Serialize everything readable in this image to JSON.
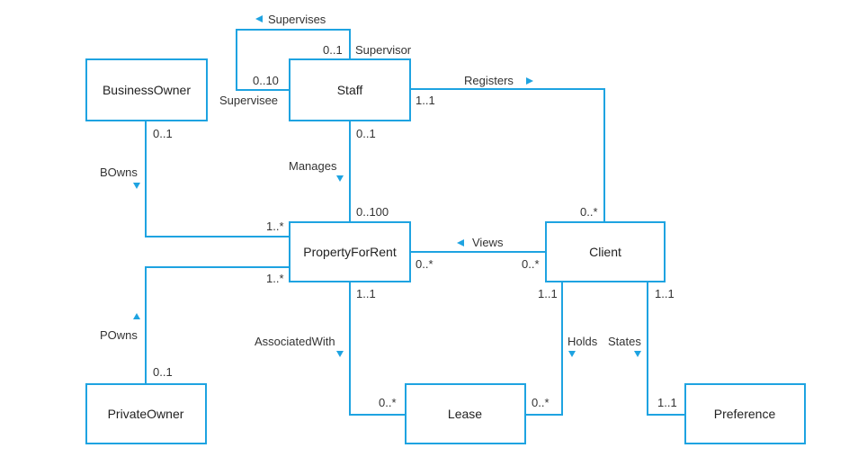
{
  "colors": {
    "line": "#1ea3e1",
    "text": "#333333",
    "box_fill": "#ffffff"
  },
  "entities": {
    "staff": "Staff",
    "business_owner": "BusinessOwner",
    "property_for_rent": "PropertyForRent",
    "client": "Client",
    "private_owner": "PrivateOwner",
    "lease": "Lease",
    "preference": "Preference"
  },
  "relationships": {
    "supervises": "Supervises",
    "registers": "Registers",
    "manages": "Manages",
    "bowns": "BOwns",
    "views": "Views",
    "powns": "POwns",
    "associated_with": "AssociatedWith",
    "holds": "Holds",
    "states": "States"
  },
  "roles": {
    "supervisor": "Supervisor",
    "supervisee": "Supervisee"
  },
  "multiplicities": {
    "supervises_supervisor": "0..1",
    "supervises_supervisee": "0..10",
    "registers_staff": "1..1",
    "registers_client": "0..*",
    "manages_staff": "0..1",
    "manages_property": "0..100",
    "bowns_owner": "0..1",
    "bowns_property": "1..*",
    "powns_property": "1..*",
    "powns_owner": "0..1",
    "views_property": "0..*",
    "views_client": "0..*",
    "associated_property": "1..1",
    "associated_lease": "0..*",
    "holds_client": "1..1",
    "holds_lease": "0..*",
    "states_client": "1..1",
    "states_preference": "1..1"
  }
}
